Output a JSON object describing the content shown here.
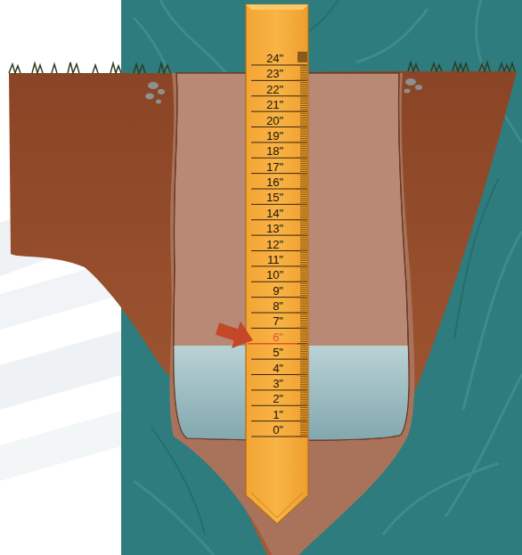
{
  "diagram": {
    "labels": [
      "24\"",
      "23\"",
      "22\"",
      "21\"",
      "20\"",
      "19\"",
      "18\"",
      "17\"",
      "16\"",
      "15\"",
      "14\"",
      "13\"",
      "12\"",
      "11\"",
      "10\"",
      "9\"",
      "8\"",
      "7\"",
      "6\"",
      "5\"",
      "4\"",
      "3\"",
      "2\"",
      "1\"",
      "0\""
    ]
  }
}
